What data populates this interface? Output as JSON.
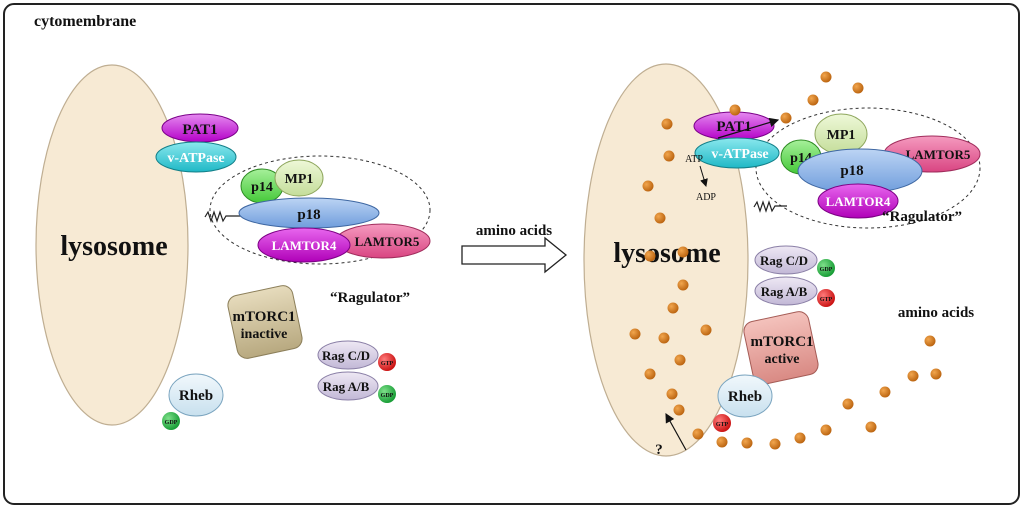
{
  "title": "cytomembrane",
  "arrow_label": "amino acids",
  "colors": {
    "lysosome": "#f7ead4",
    "pat1": "#cc22dd",
    "vatpase": "#33c9d4",
    "p14": "#66dd55",
    "mp1": "#d9eeb5",
    "p18": "#8fb4e6",
    "lamtor4": "#cc11cc",
    "lamtor5": "#e85c98",
    "mtorc1_inactive": "#cfc19a",
    "mtorc1_active": "#e7a09a",
    "rag": "#d8cfe6",
    "rheb": "#dcecf6",
    "gtp": "#e02020",
    "gdp": "#2db84a",
    "amino": "#d27a1c"
  },
  "left": {
    "lysosome": "lysosome",
    "pat1": "PAT1",
    "vatpase": "v-ATPase",
    "p14": "p14",
    "mp1": "MP1",
    "p18": "p18",
    "lamtor4": "LAMTOR4",
    "lamtor5": "LAMTOR5",
    "ragulator": "“Ragulator”",
    "mtorc1": "mTORC1",
    "mtorc1_state": "inactive",
    "rag_cd": "Rag C/D",
    "rag_cd_badge": "GTP",
    "rag_ab": "Rag A/B",
    "rag_ab_badge": "GDP",
    "rheb": "Rheb",
    "rheb_badge": "GDP"
  },
  "right": {
    "lysosome": "lysosome",
    "pat1": "PAT1",
    "vatpase": "v-ATPase",
    "atp": "ATP",
    "adp": "ADP",
    "p14": "p14",
    "mp1": "MP1",
    "p18": "p18",
    "lamtor4": "LAMTOR4",
    "lamtor5": "LAMTOR5",
    "ragulator": "“Ragulator”",
    "rag_cd": "Rag C/D",
    "rag_cd_badge": "GDP",
    "rag_ab": "Rag A/B",
    "rag_ab_badge": "GTP",
    "mtorc1": "mTORC1",
    "mtorc1_state": "active",
    "rheb": "Rheb",
    "rheb_badge": "GTP",
    "amino_acids": "amino acids",
    "question": "?"
  }
}
